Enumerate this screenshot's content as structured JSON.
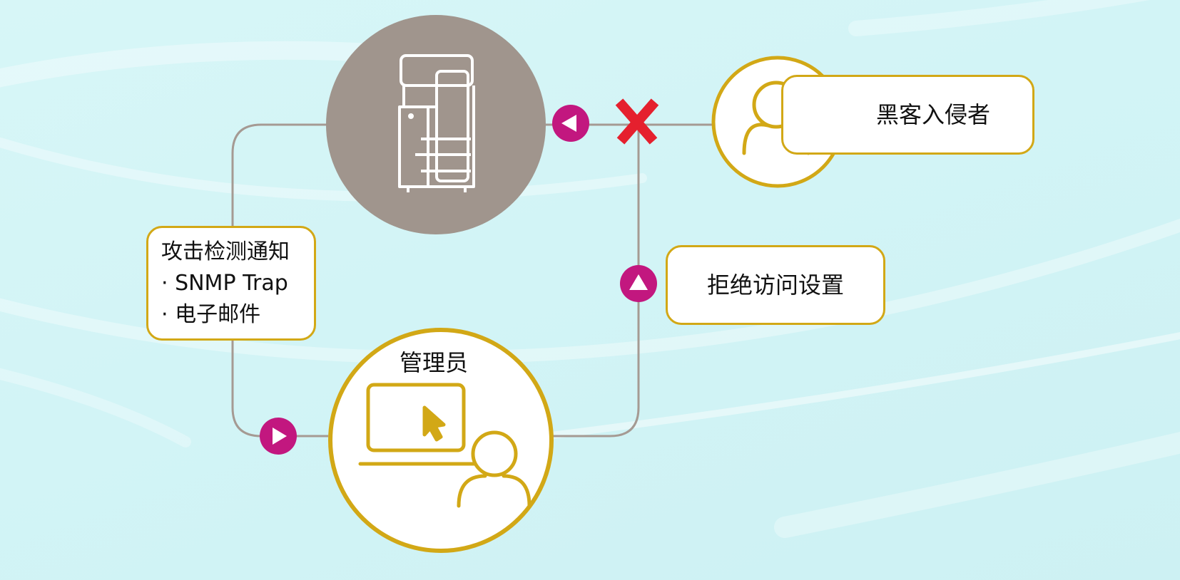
{
  "labels": {
    "hacker": "黑客入侵者",
    "deny_access": "拒绝访问设置",
    "notify_title": "攻击检测通知",
    "notify_item_1": "· SNMP Trap",
    "notify_item_2": "· 电子邮件",
    "admin": "管理员"
  },
  "colors": {
    "background": "#d2f4f6",
    "connector": "#a59a93",
    "printer_circle": "#a0958d",
    "gold": "#d2a816",
    "arrow_badge": "#c2177f",
    "blocked_x": "#e5202e"
  },
  "icons": {
    "printer": "multifunction-printer-icon",
    "hacker": "person-icon",
    "admin": "admin-at-laptop-icon",
    "blocked": "red-x-icon",
    "arrows": "arrow-badge-icon"
  }
}
